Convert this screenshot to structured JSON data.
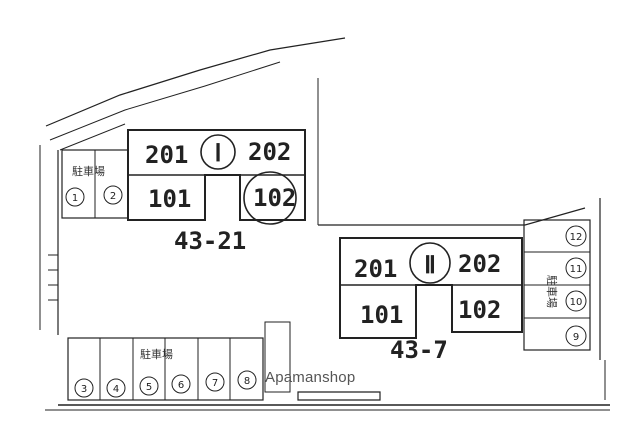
{
  "building_I": {
    "mark": "Ⅰ",
    "units": {
      "u201": "201",
      "u202": "202",
      "u101": "101",
      "u102": "102"
    },
    "lot": "43-21"
  },
  "building_II": {
    "mark": "Ⅱ",
    "units": {
      "u201": "201",
      "u202": "202",
      "u101": "101",
      "u102": "102"
    },
    "lot": "43-7"
  },
  "parking_label": "駐車場",
  "spaces": {
    "s1": "①",
    "s2": "②",
    "s3": "③",
    "s4": "④",
    "s5": "⑤",
    "s6": "⑥",
    "s7": "⑦",
    "s8": "⑧",
    "s9": "⑨",
    "s10": "⑩",
    "s11": "⑪",
    "s12": "⑫"
  },
  "watermark": "Apamanshop"
}
